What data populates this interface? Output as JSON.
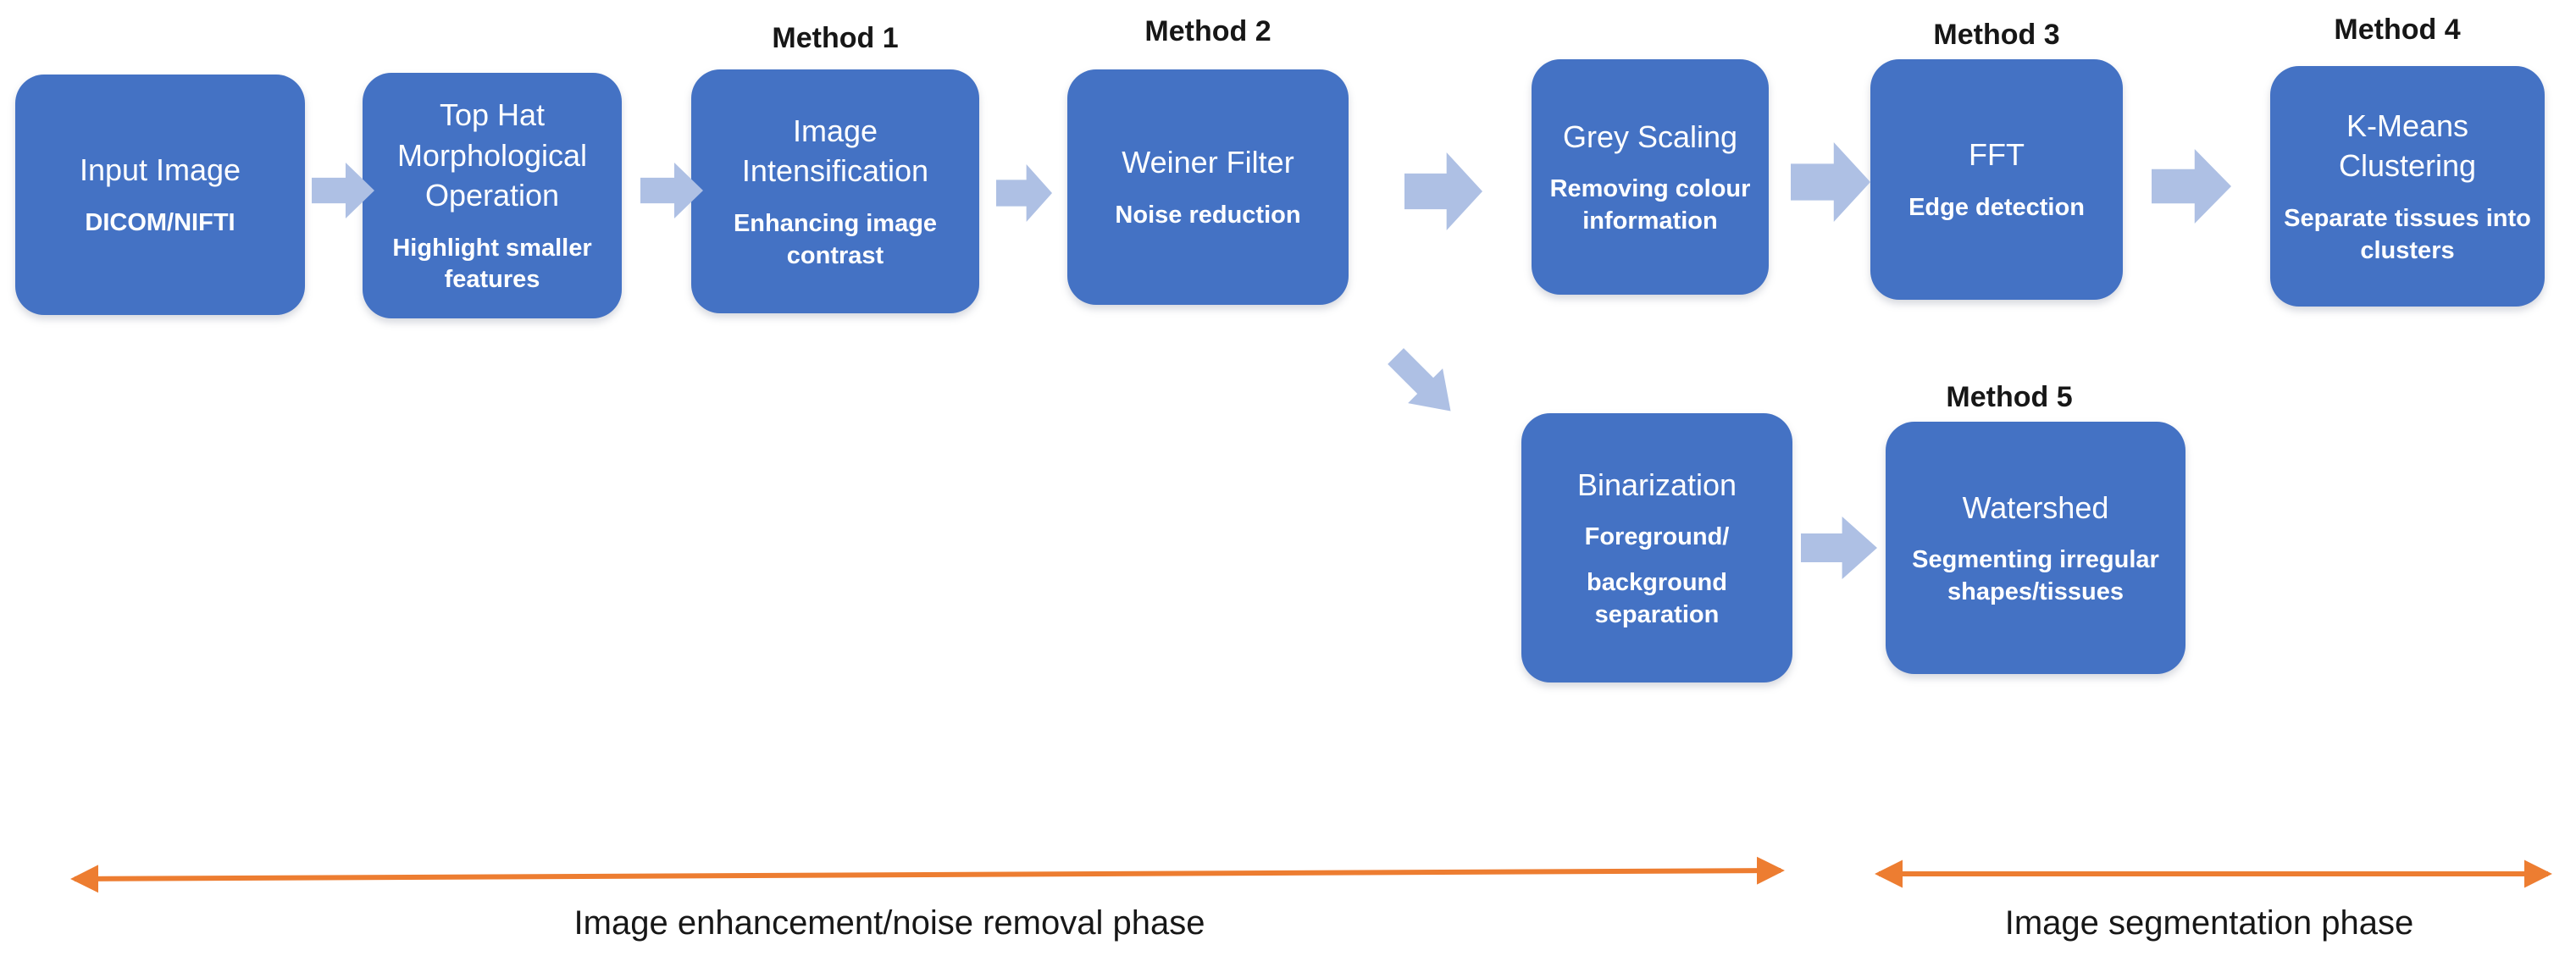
{
  "diagram": {
    "nodes": [
      {
        "title": "Input Image",
        "subtitle": "DICOM/NIFTI"
      },
      {
        "title": "Top Hat Morphological Operation",
        "subtitle": "Highlight smaller features"
      },
      {
        "title": "Image Intensification",
        "subtitle": "Enhancing image contrast"
      },
      {
        "title": "Weiner Filter",
        "subtitle": "Noise reduction"
      },
      {
        "title": "Grey Scaling",
        "subtitle": "Removing colour information"
      },
      {
        "title": "FFT",
        "subtitle": "Edge detection"
      },
      {
        "title": "K-Means Clustering",
        "subtitle": "Separate tissues into clusters"
      },
      {
        "title": "Binarization",
        "subtitle": "Foreground/",
        "subtitle2": "background separation"
      },
      {
        "title": "Watershed",
        "subtitle": "Segmenting irregular shapes/tissues"
      }
    ],
    "method_labels": [
      "Method 1",
      "Method 2",
      "Method 3",
      "Method 4",
      "Method 5"
    ],
    "phase_labels": [
      "Image enhancement/noise removal phase",
      "Image segmentation phase"
    ],
    "colors": {
      "node_fill": "#4472C4",
      "node_text": "#FFFFFF",
      "connector_fill": "#AEC0E4",
      "phase_arrow": "#ED7D31",
      "label_text": "#171717"
    }
  }
}
